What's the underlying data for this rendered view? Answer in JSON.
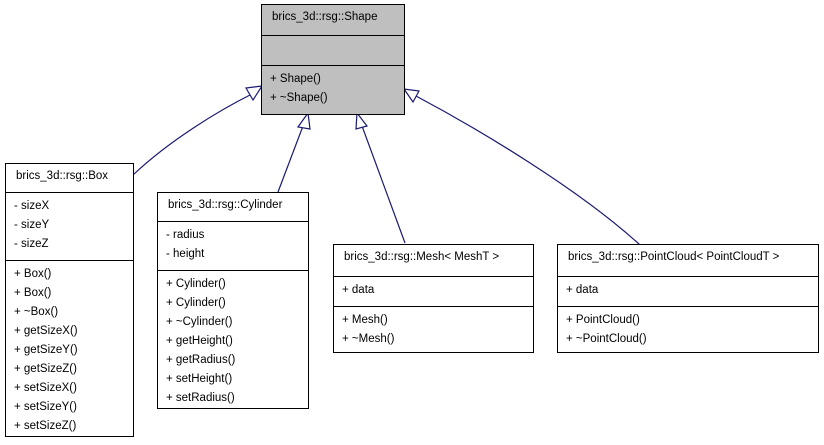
{
  "diagram": {
    "base": {
      "name": "brics_3d::rsg::Shape",
      "attributes": [],
      "methods": [
        "+ Shape()",
        "+ ~Shape()"
      ]
    },
    "derived": [
      {
        "name": "brics_3d::rsg::Box",
        "attributes": [
          "- sizeX",
          "- sizeY",
          "- sizeZ"
        ],
        "methods": [
          "+ Box()",
          "+ Box()",
          "+ ~Box()",
          "+ getSizeX()",
          "+ getSizeY()",
          "+ getSizeZ()",
          "+ setSizeX()",
          "+ setSizeY()",
          "+ setSizeZ()"
        ]
      },
      {
        "name": "brics_3d::rsg::Cylinder",
        "attributes": [
          "- radius",
          "- height"
        ],
        "methods": [
          "+ Cylinder()",
          "+ Cylinder()",
          "+ ~Cylinder()",
          "+ getHeight()",
          "+ getRadius()",
          "+ setHeight()",
          "+ setRadius()"
        ]
      },
      {
        "name": "brics_3d::rsg::Mesh< MeshT >",
        "attributes": [
          "+ data"
        ],
        "methods": [
          "+ Mesh()",
          "+ ~Mesh()"
        ]
      },
      {
        "name": "brics_3d::rsg::PointCloud< PointCloudT >",
        "attributes": [
          "+ data"
        ],
        "methods": [
          "+ PointCloud()",
          "+ ~PointCloud()"
        ]
      }
    ],
    "colors": {
      "edge": "#191970",
      "base_fill": "#bfbfbf",
      "node_fill": "#ffffff",
      "border": "#000000"
    }
  }
}
